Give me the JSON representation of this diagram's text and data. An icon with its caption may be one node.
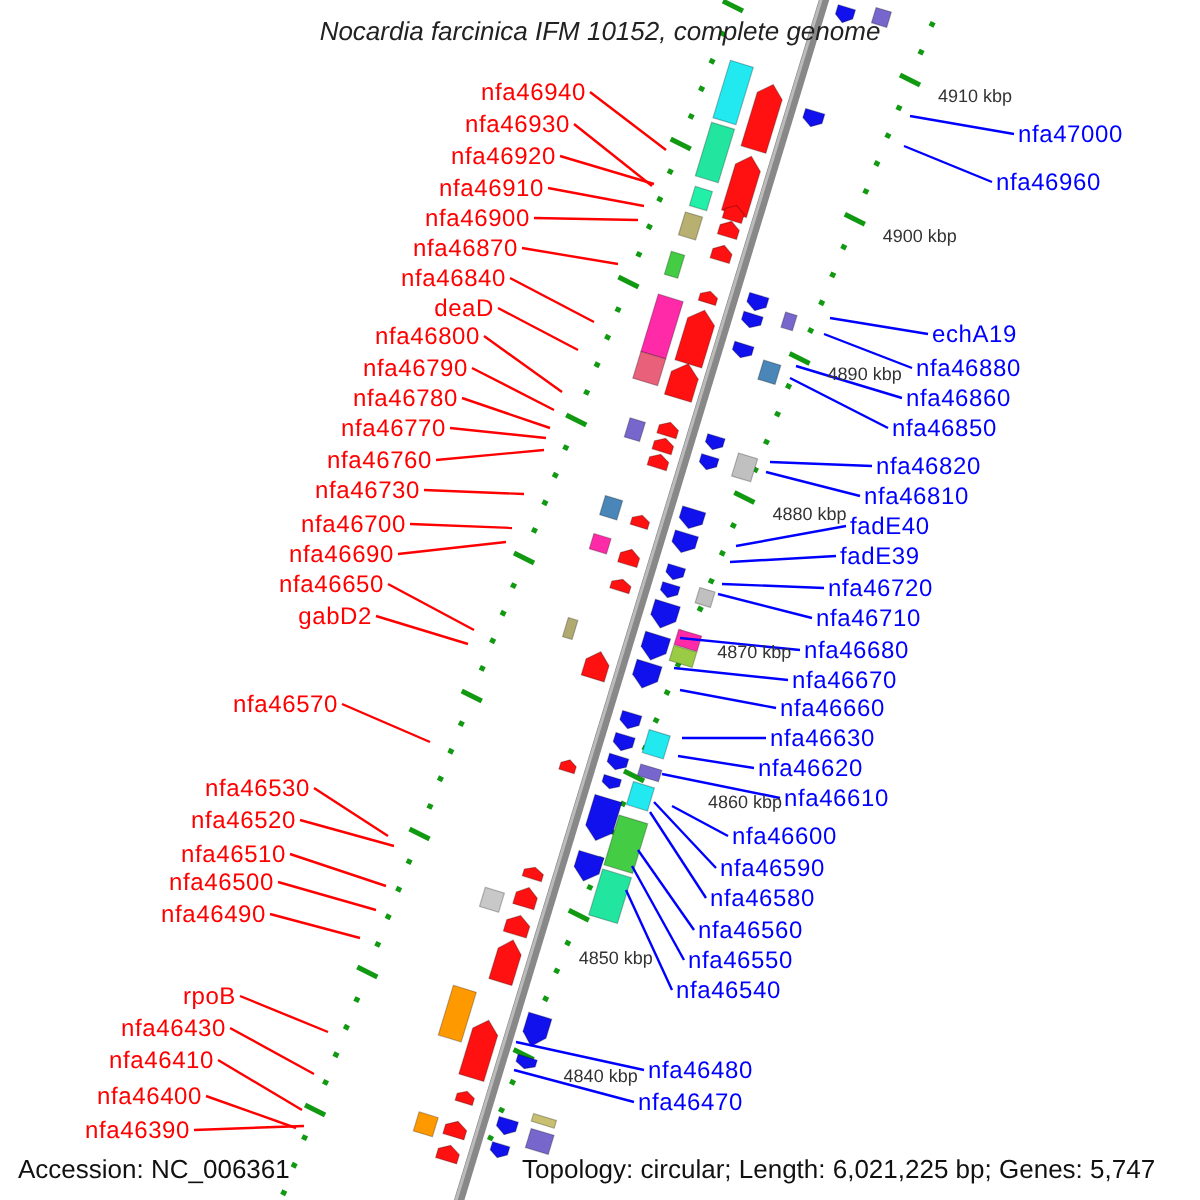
{
  "diagram": {
    "title": "Nocardia farcinica IFM 10152, complete genome",
    "nodes": [
      {
        "text": [
          "nfa46940"
        ]
      },
      {
        "text": [
          "nfa46930"
        ]
      },
      {
        "text": [
          "nfa46920"
        ]
      },
      {
        "text": [
          "nfa46910"
        ]
      },
      {
        "text": [
          "nfa46900"
        ]
      },
      {
        "text": [
          "nfa46870"
        ]
      },
      {
        "text": [
          "nfa46840"
        ]
      },
      {
        "text": [
          "deaD"
        ]
      },
      {
        "text": [
          "nfa46800"
        ]
      },
      {
        "text": [
          "nfa46790"
        ]
      },
      {
        "text": [
          "nfa46780"
        ]
      },
      {
        "text": [
          "nfa46770"
        ]
      },
      {
        "text": [
          "nfa46760"
        ]
      },
      {
        "text": [
          "nfa46730"
        ]
      },
      {
        "text": [
          "nfa46700"
        ]
      },
      {
        "text": [
          "nfa46690"
        ]
      },
      {
        "text": [
          "nfa46650"
        ]
      },
      {
        "text": [
          "gabD2"
        ]
      },
      {
        "text": [
          "nfa46570"
        ]
      },
      {
        "text": [
          "nfa46530"
        ]
      },
      {
        "text": [
          "nfa46520"
        ]
      },
      {
        "text": [
          "nfa46510"
        ]
      },
      {
        "text": [
          "nfa46500"
        ]
      },
      {
        "text": [
          "nfa46490"
        ]
      },
      {
        "text": [
          "rpoB"
        ]
      },
      {
        "text": [
          "nfa46430"
        ]
      },
      {
        "text": [
          "nfa46410"
        ]
      },
      {
        "text": [
          "nfa46400"
        ]
      },
      {
        "text": [
          "nfa46390"
        ]
      },
      {
        "text": [
          "nfa47000"
        ]
      },
      {
        "text": [
          "nfa46960"
        ]
      },
      {
        "text": [
          "echA19"
        ]
      },
      {
        "text": [
          "nfa46880"
        ]
      },
      {
        "text": [
          "nfa46860"
        ]
      },
      {
        "text": [
          "nfa46850"
        ]
      },
      {
        "text": [
          "nfa46820"
        ]
      },
      {
        "text": [
          "nfa46810"
        ]
      },
      {
        "text": [
          "fadE40"
        ]
      },
      {
        "text": [
          "fadE39"
        ]
      },
      {
        "text": [
          "nfa46720"
        ]
      },
      {
        "text": [
          "nfa46710"
        ]
      },
      {
        "text": [
          "nfa46680"
        ]
      },
      {
        "text": [
          "nfa46670"
        ]
      },
      {
        "text": [
          "nfa46660"
        ]
      },
      {
        "text": [
          "nfa46630"
        ]
      },
      {
        "text": [
          "nfa46620"
        ]
      },
      {
        "text": [
          "nfa46610"
        ]
      },
      {
        "text": [
          "nfa46600"
        ]
      },
      {
        "text": [
          "nfa46590"
        ]
      },
      {
        "text": [
          "nfa46580"
        ]
      },
      {
        "text": [
          "nfa46560"
        ]
      },
      {
        "text": [
          "nfa46550"
        ]
      },
      {
        "text": [
          "nfa46540"
        ]
      },
      {
        "text": [
          "nfa46480"
        ]
      },
      {
        "text": [
          "nfa46470"
        ]
      }
    ],
    "edges": [
      {
        "from": 0,
        "to": null,
        "arrow": "none",
        "color": "#ff0000"
      },
      {
        "from": 1,
        "to": null,
        "arrow": "none",
        "color": "#ff0000"
      },
      {
        "from": 2,
        "to": null,
        "arrow": "none",
        "color": "#ff0000"
      },
      {
        "from": 3,
        "to": null,
        "arrow": "none",
        "color": "#ff0000"
      },
      {
        "from": 4,
        "to": null,
        "arrow": "none",
        "color": "#ff0000"
      },
      {
        "from": 5,
        "to": null,
        "arrow": "none",
        "color": "#ff0000"
      },
      {
        "from": 6,
        "to": null,
        "arrow": "none",
        "color": "#ff0000"
      },
      {
        "from": 7,
        "to": null,
        "arrow": "none",
        "color": "#ff0000"
      },
      {
        "from": 8,
        "to": null,
        "arrow": "none",
        "color": "#ff0000"
      },
      {
        "from": 9,
        "to": null,
        "arrow": "none",
        "color": "#ff0000"
      },
      {
        "from": 10,
        "to": null,
        "arrow": "none",
        "color": "#ff0000"
      },
      {
        "from": 11,
        "to": null,
        "arrow": "none",
        "color": "#ff0000"
      },
      {
        "from": 12,
        "to": null,
        "arrow": "none",
        "color": "#ff0000"
      },
      {
        "from": 13,
        "to": null,
        "arrow": "none",
        "color": "#ff0000"
      },
      {
        "from": 14,
        "to": null,
        "arrow": "none",
        "color": "#ff0000"
      },
      {
        "from": 15,
        "to": null,
        "arrow": "none",
        "color": "#ff0000"
      },
      {
        "from": 16,
        "to": null,
        "arrow": "none",
        "color": "#ff0000"
      },
      {
        "from": 17,
        "to": null,
        "arrow": "none",
        "color": "#ff0000"
      },
      {
        "from": 18,
        "to": null,
        "arrow": "none",
        "color": "#ff0000"
      },
      {
        "from": 19,
        "to": null,
        "arrow": "none",
        "color": "#ff0000"
      },
      {
        "from": 20,
        "to": null,
        "arrow": "none",
        "color": "#ff0000"
      },
      {
        "from": 21,
        "to": null,
        "arrow": "none",
        "color": "#ff0000"
      },
      {
        "from": 22,
        "to": null,
        "arrow": "none",
        "color": "#ff0000"
      },
      {
        "from": 23,
        "to": null,
        "arrow": "none",
        "color": "#ff0000"
      },
      {
        "from": 24,
        "to": null,
        "arrow": "none",
        "color": "#ff0000"
      },
      {
        "from": 25,
        "to": null,
        "arrow": "none",
        "color": "#ff0000"
      },
      {
        "from": 26,
        "to": null,
        "arrow": "none",
        "color": "#ff0000"
      },
      {
        "from": 27,
        "to": null,
        "arrow": "none",
        "color": "#ff0000"
      },
      {
        "from": 28,
        "to": null,
        "arrow": "none",
        "color": "#ff0000"
      },
      {
        "from": 29,
        "to": null,
        "arrow": "none",
        "color": "#0000ff"
      },
      {
        "from": 30,
        "to": null,
        "arrow": "none",
        "color": "#0000ff"
      },
      {
        "from": 31,
        "to": null,
        "arrow": "none",
        "color": "#0000ff"
      },
      {
        "from": 32,
        "to": null,
        "arrow": "none",
        "color": "#0000ff"
      },
      {
        "from": 33,
        "to": null,
        "arrow": "none",
        "color": "#0000ff"
      },
      {
        "from": 34,
        "to": null,
        "arrow": "none",
        "color": "#0000ff"
      },
      {
        "from": 35,
        "to": null,
        "arrow": "none",
        "color": "#0000ff"
      },
      {
        "from": 36,
        "to": null,
        "arrow": "none",
        "color": "#0000ff"
      },
      {
        "from": 37,
        "to": null,
        "arrow": "none",
        "color": "#0000ff"
      },
      {
        "from": 38,
        "to": null,
        "arrow": "none",
        "color": "#0000ff"
      },
      {
        "from": 39,
        "to": null,
        "arrow": "none",
        "color": "#0000ff"
      },
      {
        "from": 40,
        "to": null,
        "arrow": "none",
        "color": "#0000ff"
      },
      {
        "from": 41,
        "to": null,
        "arrow": "none",
        "color": "#0000ff"
      },
      {
        "from": 42,
        "to": null,
        "arrow": "none",
        "color": "#0000ff"
      },
      {
        "from": 43,
        "to": null,
        "arrow": "none",
        "color": "#0000ff"
      },
      {
        "from": 44,
        "to": null,
        "arrow": "none",
        "color": "#0000ff"
      },
      {
        "from": 45,
        "to": null,
        "arrow": "none",
        "color": "#0000ff"
      },
      {
        "from": 46,
        "to": null,
        "arrow": "none",
        "color": "#0000ff"
      },
      {
        "from": 47,
        "to": null,
        "arrow": "none",
        "color": "#0000ff"
      },
      {
        "from": 48,
        "to": null,
        "arrow": "none",
        "color": "#0000ff"
      },
      {
        "from": 49,
        "to": null,
        "arrow": "none",
        "color": "#0000ff"
      },
      {
        "from": 50,
        "to": null,
        "arrow": "none",
        "color": "#0000ff"
      },
      {
        "from": 51,
        "to": null,
        "arrow": "none",
        "color": "#0000ff"
      },
      {
        "from": 52,
        "to": null,
        "arrow": "none",
        "color": "#0000ff"
      },
      {
        "from": 53,
        "to": null,
        "arrow": "none",
        "color": "#0000ff"
      },
      {
        "from": 54,
        "to": null,
        "arrow": "none",
        "color": "#0000ff"
      }
    ],
    "labels": [
      "4910 kbp",
      "4900 kbp",
      "4890 kbp",
      "4880 kbp",
      "4870 kbp",
      "4860 kbp",
      "4850 kbp",
      "4840 kbp",
      "Accession: NC_006361",
      "Topology: circular; Length: 6,021,225 bp; Genes: 5,747"
    ]
  }
}
